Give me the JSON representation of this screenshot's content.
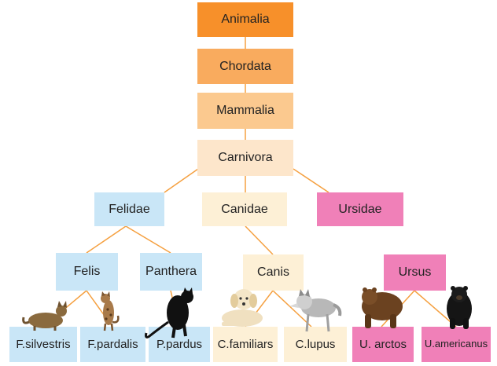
{
  "colors": {
    "connector": "#f5a040",
    "animalia": "#f7902a",
    "chordata": "#f9ab5e",
    "mammalia": "#fbc98f",
    "carnivora": "#fde6cb",
    "felidae_branch": "#c9e6f7",
    "canidae_branch": "#fdf0d6",
    "ursidae_branch": "#f080b8"
  },
  "taxa": {
    "kingdom": "Animalia",
    "phylum": "Chordata",
    "class": "Mammalia",
    "order": "Carnivora",
    "families": {
      "felidae": "Felidae",
      "canidae": "Canidae",
      "ursidae": "Ursidae"
    },
    "genera": {
      "felis": "Felis",
      "panthera": "Panthera",
      "canis": "Canis",
      "ursus": "Ursus"
    },
    "species": {
      "f_silvestris": "F.silvestris",
      "f_pardalis": "F.pardalis",
      "p_pardus": "P.pardus",
      "c_familiars": "C.familiars",
      "c_lupus": "C.lupus",
      "u_arctos": "U. arctos",
      "u_americanus": "U.americanus"
    }
  },
  "illustrations": [
    "wildcat-icon",
    "ocelot-icon",
    "black-panther-icon",
    "golden-retriever-icon",
    "wolf-icon",
    "brown-bear-icon",
    "black-bear-icon"
  ]
}
